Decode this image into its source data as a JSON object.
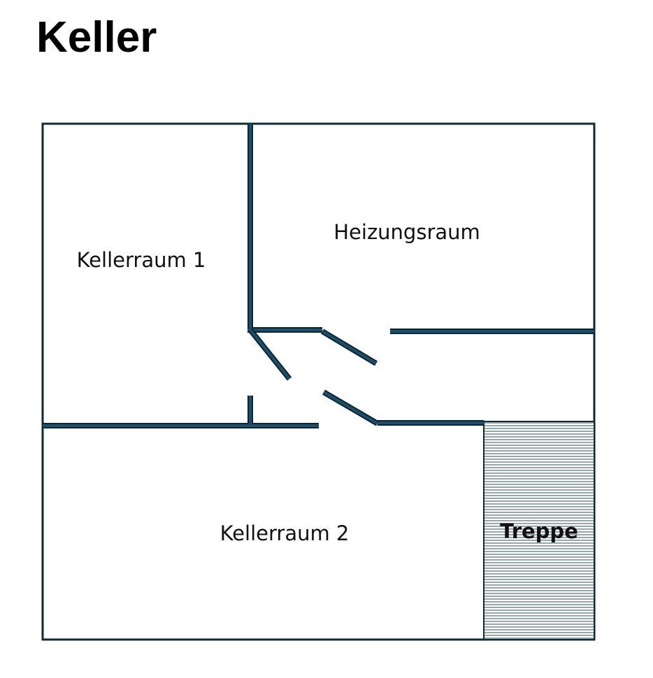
{
  "page": {
    "title": "Keller"
  },
  "plan": {
    "rooms": {
      "kellerraum_1": "Kellerraum 1",
      "heizungsraum": "Heizungsraum",
      "kellerraum_2": "Kellerraum 2",
      "treppe": "Treppe"
    },
    "colors": {
      "outline": "#0e2a33",
      "wall_fill": "#1b4f6b",
      "wall_edge": "#0c2530",
      "stair_hatch": "#2e4d57"
    }
  }
}
